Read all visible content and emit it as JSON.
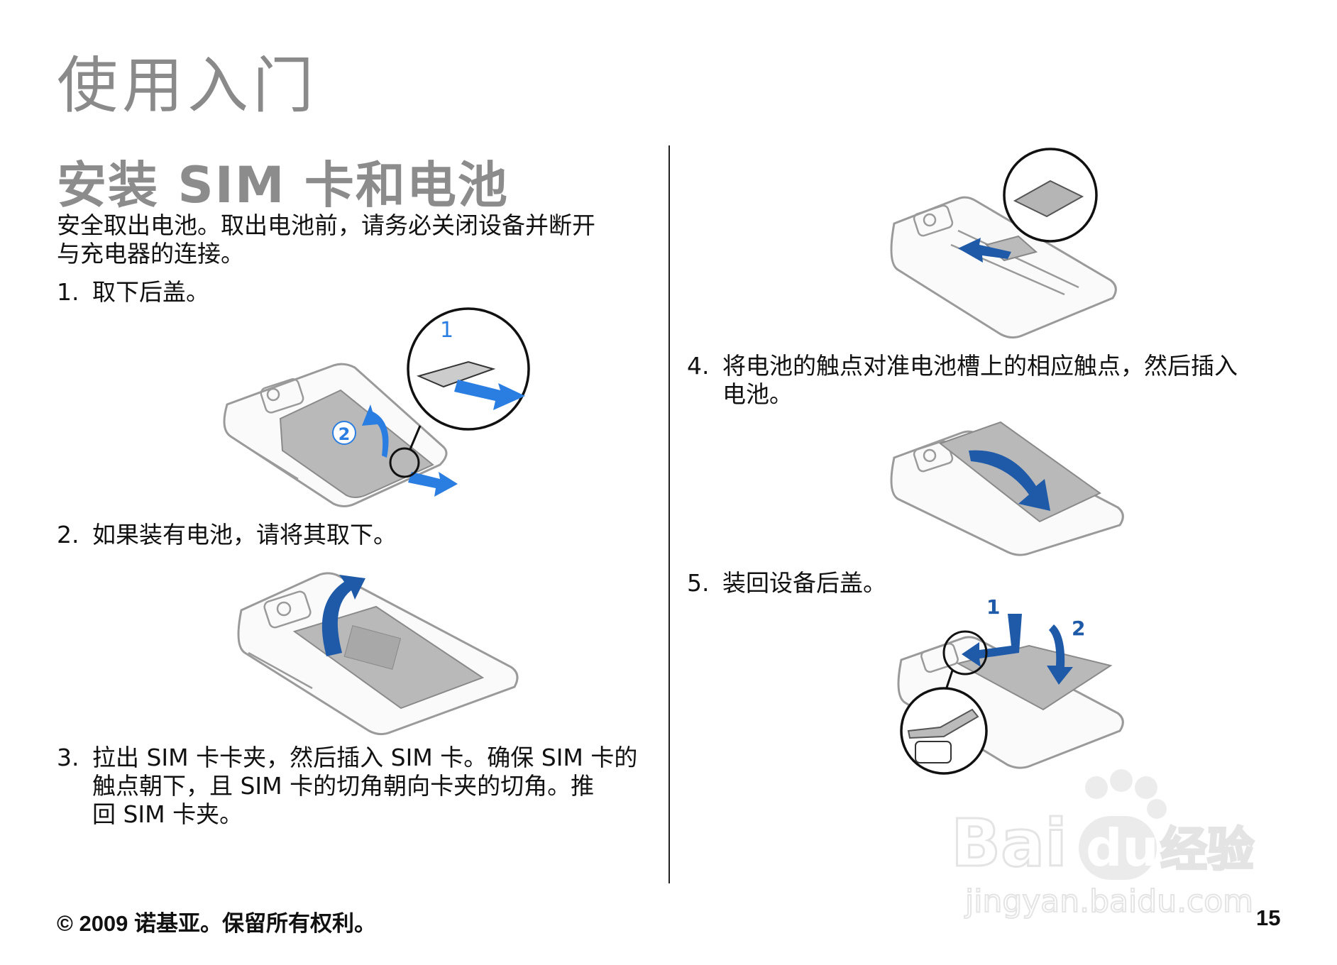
{
  "chapter_title": "使用入门",
  "section_title": "安装 SIM 卡和电池",
  "intro": {
    "line1": "安全取出电池。取出电池前，请务必关闭设备并断开",
    "line2": "与充电器的连接。"
  },
  "steps": [
    {
      "num": "1.",
      "lines": [
        "取下后盖。"
      ]
    },
    {
      "num": "2.",
      "lines": [
        "如果装有电池，请将其取下。"
      ]
    },
    {
      "num": "3.",
      "lines": [
        "拉出 SIM 卡卡夹，然后插入 SIM 卡。确保 SIM 卡的",
        "触点朝下，且 SIM 卡的切角朝向卡夹的切角。推",
        "回 SIM 卡夹。"
      ]
    },
    {
      "num": "4.",
      "lines": [
        "将电池的触点对准电池槽上的相应触点，然后插入",
        "电池。"
      ]
    },
    {
      "num": "5.",
      "lines": [
        "装回设备后盖。"
      ]
    }
  ],
  "figure_labels": {
    "fig1_a": "1",
    "fig1_b": "2",
    "fig5_a": "1",
    "fig5_b": "2"
  },
  "footer": {
    "copyright": "© 2009 诺基亚。保留所有权利。",
    "page_number": "15"
  },
  "watermark": {
    "brand": "Bai",
    "brand2": "du",
    "brand_cn": "经验",
    "url": "jingyan.baidu.com"
  },
  "colors": {
    "heading_gray": "#8a8a8a",
    "arrow_blue": "#1f5aa8",
    "arrow_light_blue": "#2a7de1"
  }
}
